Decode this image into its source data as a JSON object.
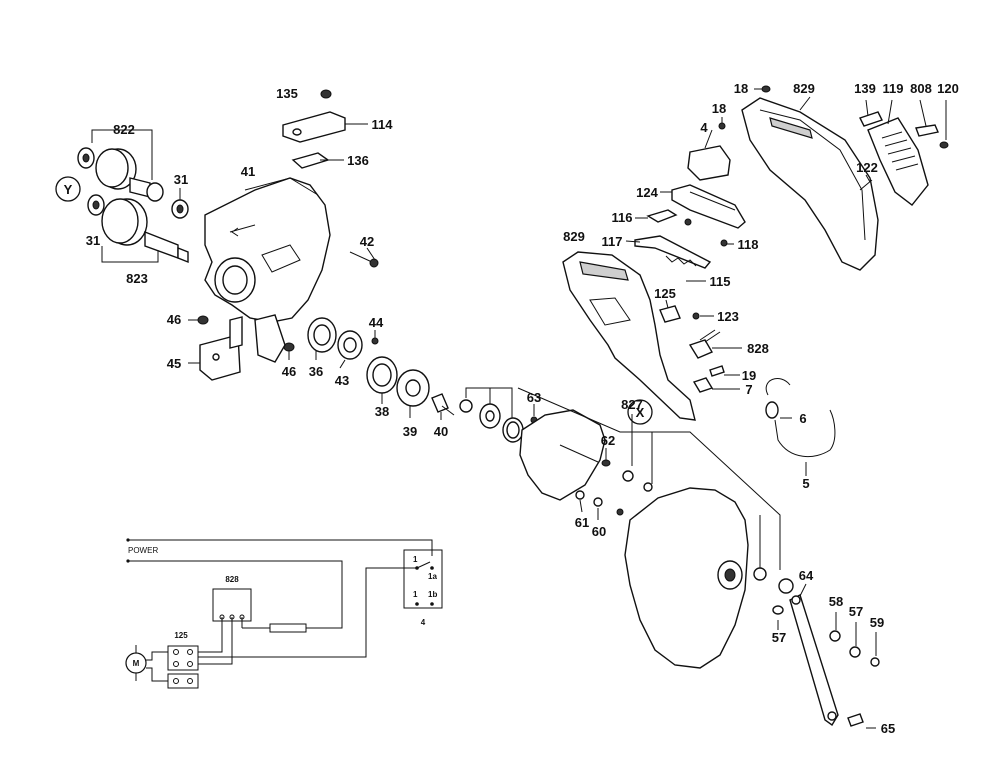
{
  "diagram": {
    "labels": {
      "p135": "135",
      "p114": "114",
      "p136": "136",
      "p822": "822",
      "p31a": "31",
      "p41": "41",
      "pY": "Y",
      "p31b": "31",
      "p823": "823",
      "p42": "42",
      "p46a": "46",
      "p45": "45",
      "p44": "44",
      "p46b": "46",
      "p36": "36",
      "p43": "43",
      "p38": "38",
      "p39": "39",
      "p40": "40",
      "p18a": "18",
      "p829a": "829",
      "p139": "139",
      "p119": "119",
      "p808": "808",
      "p120": "120",
      "p18b": "18",
      "p4": "4",
      "p122": "122",
      "p124": "124",
      "p116": "116",
      "p117": "117",
      "p118": "118",
      "p829b": "829",
      "p115": "115",
      "p125": "125",
      "p123": "123",
      "p828": "828",
      "p19": "19",
      "p7": "7",
      "pX": "X",
      "p6": "6",
      "p5": "5",
      "p63": "63",
      "p827": "827",
      "p62": "62",
      "p61": "61",
      "p60": "60",
      "p64": "64",
      "p58": "58",
      "p57a": "57",
      "p59": "59",
      "p57b": "57",
      "p65": "65"
    },
    "wiring": {
      "power": "POWER",
      "switch_828": "828",
      "switch_125": "125",
      "motor": "M",
      "sw4_label": "4",
      "sw_1_top": "1",
      "sw_1a": "1a",
      "sw_1_bot": "1",
      "sw_1b": "1b"
    }
  }
}
